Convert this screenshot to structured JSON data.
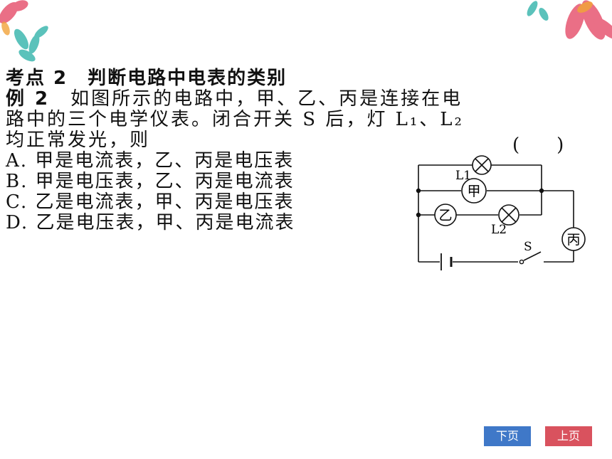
{
  "heading": "考点 2　判断电路中电表的类别",
  "example": {
    "label": "例 2",
    "text1": "如图所示的电路中，甲、乙、丙是连接在电",
    "text2": "路中的三个电学仪表。闭合开关 S 后，灯 L₁、L₂",
    "text3": "均正常发光，则",
    "bracket": "(　　)"
  },
  "options": [
    "A. 甲是电流表，乙、丙是电压表",
    "B. 甲是电压表，乙、丙是电流表",
    "C. 乙是电流表，甲、丙是电压表",
    "D. 乙是电压表，甲、丙是电流表"
  ],
  "circuit": {
    "meter_jia": "甲",
    "meter_yi": "乙",
    "meter_bing": "丙",
    "lamp1": "L1",
    "lamp2": "L2",
    "switch": "S"
  },
  "nav": {
    "next": "下页",
    "prev": "上页"
  },
  "colors": {
    "next_button": "#3f78c8",
    "prev_button": "#d9525e"
  }
}
